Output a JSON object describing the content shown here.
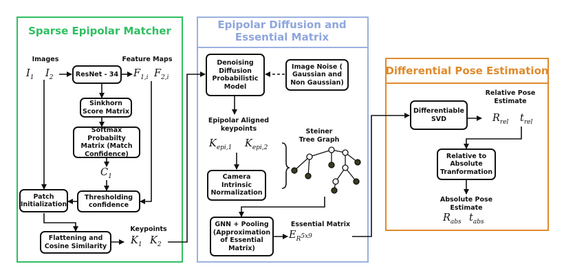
{
  "panels": {
    "sparse": {
      "title": "Sparse Epipolar Matcher",
      "color": "#2fbf61"
    },
    "diffusion": {
      "title": "Epipolar Diffusion and Essential Matrix",
      "color": "#9bb0e0"
    },
    "pose": {
      "title": "Differential Pose Estimation",
      "color": "#e08a2c"
    }
  },
  "sparse": {
    "images_label": "Images",
    "feature_maps_label": "Feature Maps",
    "keypoints_label": "Keypoints",
    "resnet": "ResNet - 34",
    "sinkhorn": "Sinkhorn Score Matrix",
    "softmax": "Softmax Probabilty Matrix (Match Confidence)",
    "threshold": "Thresholding confidence",
    "patch": "Patch Initialization",
    "flatten": "Flattening and Cosine Similarity",
    "math": {
      "i1": "I",
      "i1_sub": "1",
      "i2": "I",
      "i2_sub": "2",
      "f1": "F",
      "f1_sub": "1,i",
      "f2": "F",
      "f2_sub": "2,i",
      "c1": "C",
      "c1_sub": "1",
      "k1": "K",
      "k1_sub": "1",
      "k2": "K",
      "k2_sub": "2"
    }
  },
  "diffusion": {
    "denoising": "Denoising Diffusion Probabilistic Model",
    "noise": "Image Noise ( Gaussian and Non Gaussian)",
    "epi_keypoints_label": "Epipolar Aligned keypoints",
    "steiner_label": "Steiner Tree Graph",
    "camera": "Camera Intrinsic Normalization",
    "gnn": "GNN + Pooling (Approximation of Essential Matrix)",
    "essential_label": "Essential Matrix",
    "math": {
      "kepi1": "K",
      "kepi1_sub": "epi,1",
      "kepi2": "K",
      "kepi2_sub": "epi,2",
      "e": "E",
      "e_sub": "R",
      "e_sup": "5x9"
    }
  },
  "pose": {
    "svd": "Differentiable SVD",
    "relative_label": "Relative Pose Estimate",
    "rel_to_abs": "Relative to Absolute Tranformation",
    "absolute_label": "Absolute Pose Estimate",
    "math": {
      "rrel": "R",
      "rrel_sub": "rel",
      "trel": "t",
      "trel_sub": "rel",
      "rabs": "R",
      "rabs_sub": "abs",
      "tabs": "t",
      "tabs_sub": "abs"
    }
  }
}
